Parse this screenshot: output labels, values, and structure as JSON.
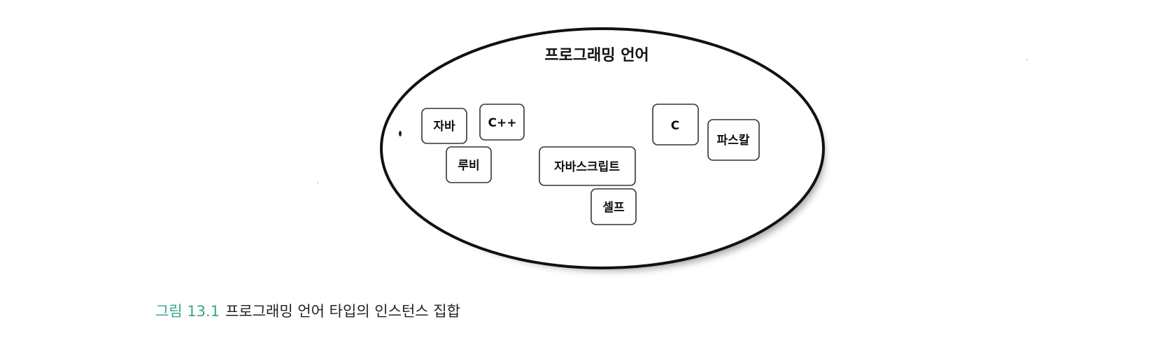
{
  "diagram": {
    "set_title": "프로그래밍 언어",
    "instances": [
      {
        "id": "java",
        "label": "자바"
      },
      {
        "id": "cpp",
        "label": "C++"
      },
      {
        "id": "ruby",
        "label": "루비"
      },
      {
        "id": "javascript",
        "label": "자바스크립트"
      },
      {
        "id": "self",
        "label": "셀프"
      },
      {
        "id": "c",
        "label": "C"
      },
      {
        "id": "pascal",
        "label": "파스칼"
      }
    ]
  },
  "caption": {
    "number": "그림 13.1",
    "text": "프로그래밍 언어 타입의 인스턴스 집합"
  },
  "colors": {
    "caption_accent": "#3aa58c",
    "outline": "#111111",
    "shadow": "#8a8a8a"
  }
}
